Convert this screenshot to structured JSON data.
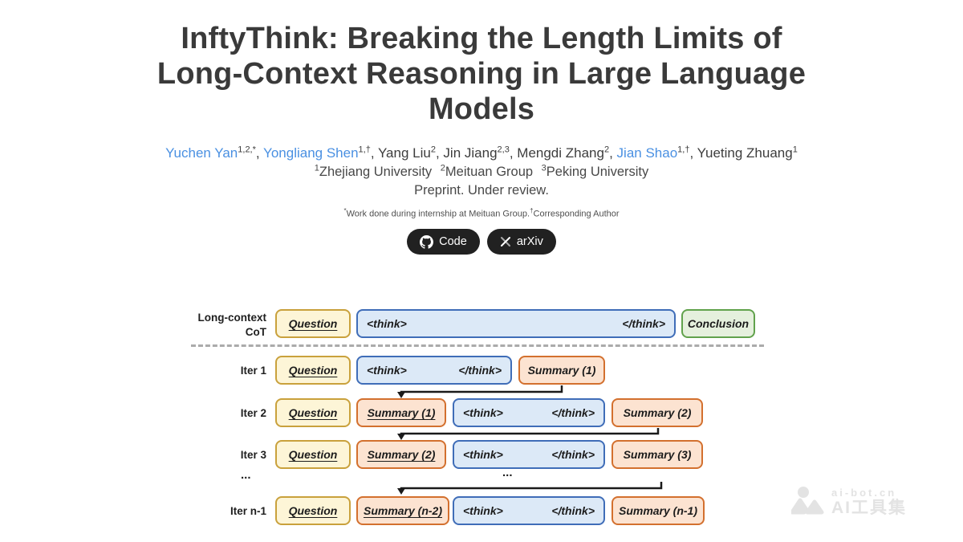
{
  "header": {
    "title_lines": [
      "InftyThink: Breaking the Length Limits of",
      "Long-Context Reasoning in Large Language",
      "Models"
    ],
    "authors": [
      {
        "name": "Yuchen Yan",
        "sup": "1,2,*",
        "sep": ", ",
        "link": true
      },
      {
        "name": "Yongliang Shen",
        "sup": "1,†",
        "sep": ", ",
        "link": true
      },
      {
        "name": "Yang Liu",
        "sup": "2",
        "sep": ", ",
        "link": false
      },
      {
        "name": "Jin Jiang",
        "sup": "2,3",
        "sep": ", ",
        "link": false
      },
      {
        "name": "Mengdi Zhang",
        "sup": "2",
        "sep": ", ",
        "link": false
      },
      {
        "name": "Jian Shao",
        "sup": "1,†",
        "sep": ", ",
        "link": true
      },
      {
        "name": "Yueting Zhuang",
        "sup": "1",
        "sep": "",
        "link": false
      }
    ],
    "affiliations": [
      {
        "sup": "1",
        "name": "Zhejiang University"
      },
      {
        "sup": "2",
        "name": "Meituan Group"
      },
      {
        "sup": "3",
        "name": "Peking University"
      }
    ],
    "status": "Preprint. Under review.",
    "footnote": {
      "sym1": "*",
      "text1": "Work done during internship at Meituan Group.",
      "sym2": "†",
      "text2": "Corresponding Author"
    },
    "buttons": {
      "code": "Code",
      "arxiv": "arXiv"
    }
  },
  "diagram": {
    "row_cot": {
      "label_line1": "Long-context",
      "label_line2": "CoT",
      "question": "Question",
      "think_open": "<think>",
      "think_close": "</think>",
      "conclusion": "Conclusion"
    },
    "iter1": {
      "label": "Iter 1",
      "question": "Question",
      "think_open": "<think>",
      "think_close": "</think>",
      "summary_out": "Summary (1)"
    },
    "iter2": {
      "label": "Iter 2",
      "question": "Question",
      "summary_in": "Summary (1)",
      "think_open": "<think>",
      "think_close": "</think>",
      "summary_out": "Summary (2)"
    },
    "iter3": {
      "label": "Iter 3",
      "question": "Question",
      "summary_in": "Summary (2)",
      "think_open": "<think>",
      "think_close": "</think>",
      "summary_out": "Summary (3)"
    },
    "iter_n1": {
      "label": "Iter n-1",
      "question": "Question",
      "summary_in": "Summary (n-2)",
      "think_open": "<think>",
      "think_close": "</think>",
      "summary_out": "Summary (n-1)"
    },
    "ellipsis": "...",
    "colors": {
      "question_fill": "#fdf5d7",
      "question_border": "#c9a13c",
      "think_fill": "#dce9f7",
      "think_border": "#3f6db8",
      "summary_fill": "#fce3d1",
      "summary_border": "#d3702e",
      "conclusion_fill": "#e5f0dd",
      "conclusion_border": "#61a24c"
    }
  },
  "colors": {
    "link": "#4a90e2",
    "button_bg": "#212121"
  },
  "watermark": {
    "line1": "ai-bot.cn",
    "line2": "AI工具集"
  }
}
